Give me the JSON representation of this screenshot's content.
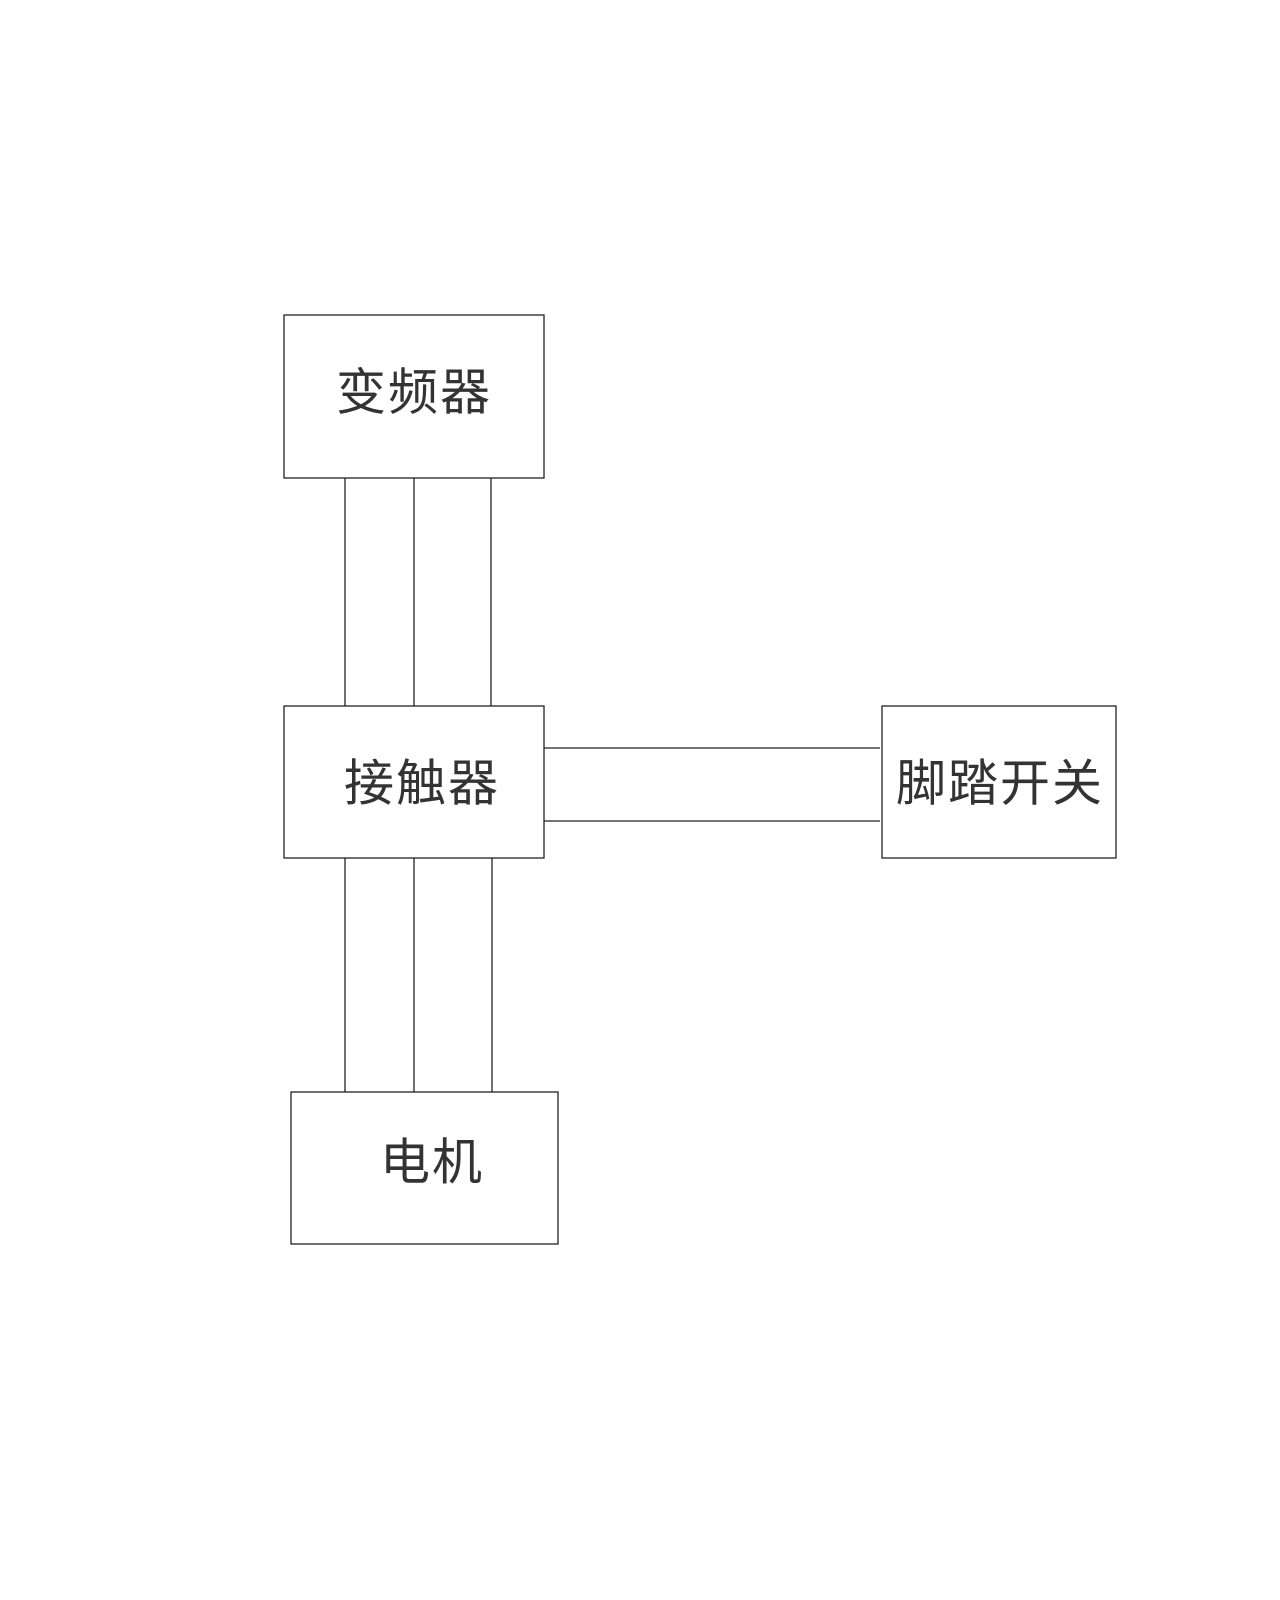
{
  "diagram": {
    "nodes": {
      "inverter": {
        "label": "变频器"
      },
      "contactor": {
        "label": "接触器"
      },
      "foot_switch": {
        "label": "脚踏开关"
      },
      "motor": {
        "label": "电机"
      }
    },
    "edges": [
      {
        "from": "inverter",
        "to": "contactor",
        "wires": 3
      },
      {
        "from": "contactor",
        "to": "motor",
        "wires": 3
      },
      {
        "from": "contactor",
        "to": "foot_switch",
        "wires": 2
      }
    ],
    "colors": {
      "line": "#222222",
      "text": "#333333",
      "background": "#ffffff"
    }
  }
}
